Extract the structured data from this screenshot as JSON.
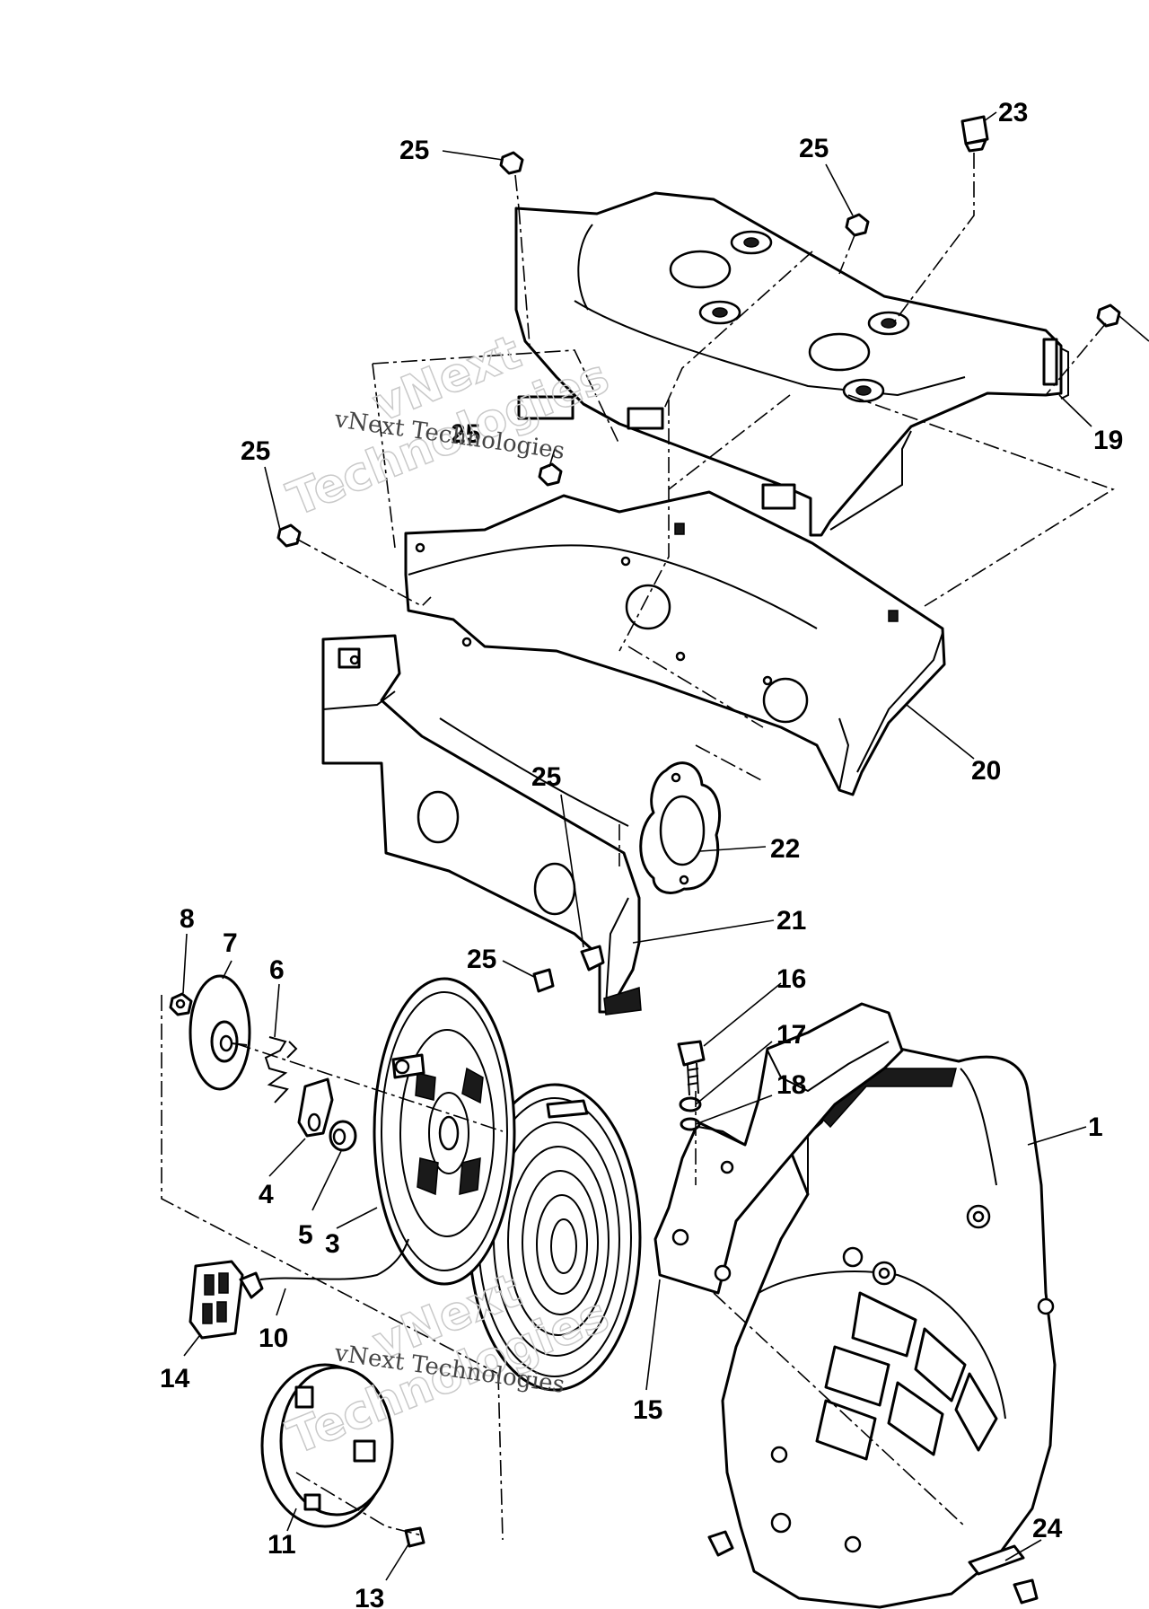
{
  "watermark": {
    "line_top": "vNext",
    "line_bottom": "Technologies",
    "caption": "vNext Technologies"
  },
  "callouts": [
    "1",
    "3",
    "4",
    "5",
    "6",
    "7",
    "8",
    "10",
    "11",
    "13",
    "14",
    "15",
    "16",
    "17",
    "18",
    "19",
    "20",
    "21",
    "22",
    "23",
    "24",
    "25",
    "25",
    "25",
    "25",
    "25",
    "25"
  ]
}
